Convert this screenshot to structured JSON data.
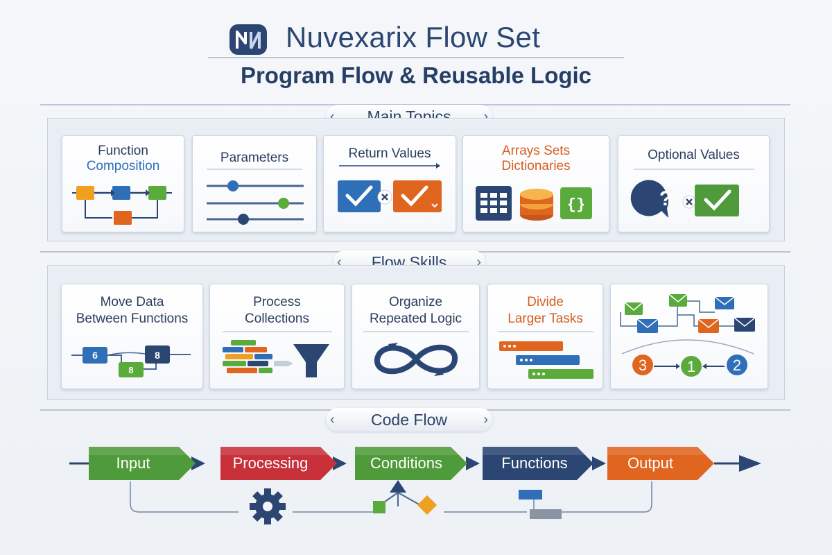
{
  "header": {
    "brand": "Nuvexarix Flow Set",
    "subtitle": "Program Flow & Reusable Logic"
  },
  "colors": {
    "navy": "#2b4672",
    "blue": "#2f6fb8",
    "orange": "#e0651f",
    "green": "#4f9a3a",
    "red": "#c8303a",
    "panel": "#e9eef4"
  },
  "main_topics": {
    "label": "Main Topics",
    "cards": [
      {
        "title_line1": "Function",
        "title_line2": "Composition",
        "icon": "function-composition-diagram"
      },
      {
        "title": "Parameters",
        "icon": "parameter-sliders"
      },
      {
        "title": "Return Values",
        "icon": "return-checkboxes"
      },
      {
        "title_line1": "Arrays Sets",
        "title_line2": "Dictionaries",
        "icon": "collection-types"
      },
      {
        "title": "Optional Values",
        "icon": "question-check"
      }
    ]
  },
  "flow_skills": {
    "label": "Flow Skills",
    "cards": [
      {
        "title_line1": "Move Data",
        "title_line2": "Between Functions",
        "icon": "data-blocks",
        "values": [
          "6",
          "8",
          "8"
        ]
      },
      {
        "title_line1": "Process",
        "title_line2": "Collections",
        "icon": "stack-funnel"
      },
      {
        "title_line1": "Organize",
        "title_line2": "Repeated Logic",
        "icon": "infinity-loop"
      },
      {
        "title_line1": "Divide",
        "title_line2": "Larger Tasks",
        "icon": "task-bars"
      },
      {
        "icon": "envelope-network",
        "numbers": [
          "3",
          "1",
          "2"
        ]
      }
    ]
  },
  "code_flow": {
    "label": "Code Flow",
    "steps": [
      {
        "label": "Input",
        "color": "#4f9a3a"
      },
      {
        "label": "Processing",
        "color": "#c8303a"
      },
      {
        "label": "Conditions",
        "color": "#4f9a3a"
      },
      {
        "label": "Functions",
        "color": "#2b4672"
      },
      {
        "label": "Output",
        "color": "#e0651f"
      }
    ],
    "icons": [
      "gear-icon",
      "decision-diamond-icon",
      "function-blocks-icon"
    ]
  }
}
